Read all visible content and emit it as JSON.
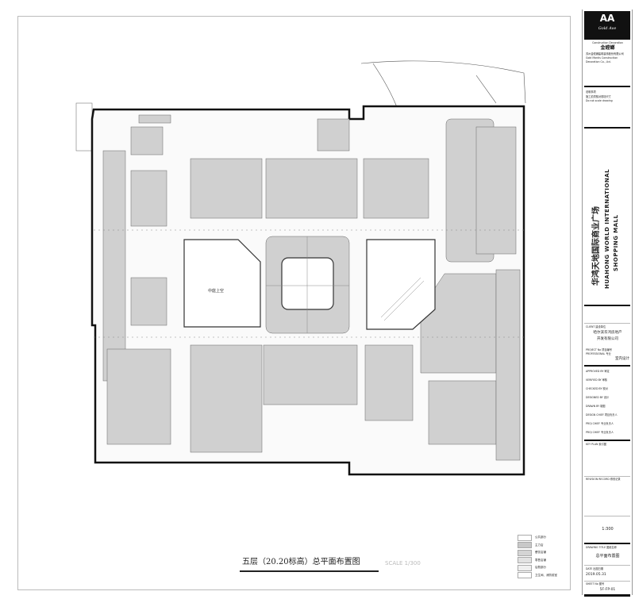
{
  "title_block": {
    "logo_mark": "AA",
    "logo_word": "Gold Ave",
    "company_en": "Construction Decoration",
    "company_cn": "金螳螂",
    "company_lines": [
      "苏州金螳螂建筑装饰股份有限公司",
      "Gold Mantis Construction Decoration Co., Ltd."
    ],
    "notes_header": "说明事项",
    "notes": [
      "施工前须核对现场尺寸",
      "Do not scale drawing"
    ],
    "project_cn": "华鸿天地国际商业广场",
    "project_en_1": "HUAHONG WORLD INTERNATIONAL",
    "project_en_2": "SHOPPING MALL",
    "client_label": "CLIENT 建设单位",
    "client_name_1": "哈尔滨华鸿房地产",
    "client_name_2": "开发有限公司",
    "profession_label": "PROJECT No 项目编号  PROFESSIONAL 专业",
    "profession": "室内设计",
    "approval_rows": [
      "APPROVED BY 审定",
      "VERIFIED BY 审核",
      "CHECKED BY 校对",
      "DESIGNED BY 设计",
      "DRAWN BY 制图",
      "DESIGN CHIEF 项目负责人",
      "PROJ CHIEF 专业负责人",
      "PROJ CHIEF 专业负责人"
    ],
    "key_plan_label": "KEY PLAN 索引图",
    "revision_label": "REVISION RECORD 修改记录",
    "scale": "1:300",
    "drawing_title_label": "DRAWING TITLE 图纸名称",
    "drawing_title": "总平面布置图",
    "date_label": "DATE 出图日期",
    "date": "2019.05.31",
    "sheet_label": "SHEET No 图号",
    "sheet_no": "5F-FP-01"
  },
  "drawing": {
    "title": "五层（20.20标高）总平面布置图",
    "scale_text": "SCALE 1/300",
    "atrium_label": "中庭上空",
    "legend": [
      "公共部分",
      "主力店",
      "餐饮店铺",
      "零售店铺",
      "后勤部分",
      "卫生间、消防前室"
    ],
    "legend_colors": [
      "#ffffff",
      "#c8c8c8",
      "#d4d4d4",
      "#e2e2e2",
      "#efefef",
      "#ffffff"
    ]
  }
}
